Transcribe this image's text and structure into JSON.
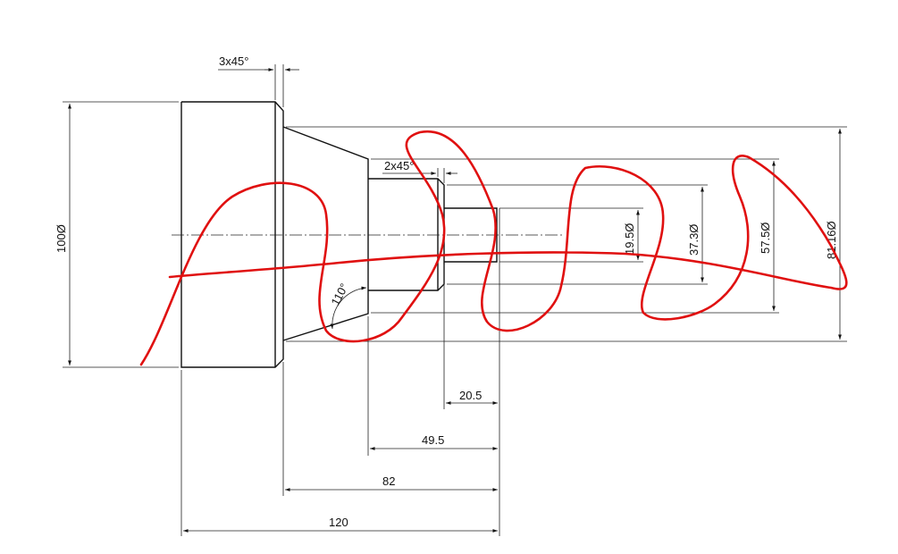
{
  "drawing": {
    "chamfer_left": "3x45°",
    "chamfer_step": "2x45°",
    "angle": "110°",
    "dia_100": "100Ø",
    "dia_19_5": "19.5Ø",
    "dia_37_3": "37.3Ø",
    "dia_57_5": "57.5Ø",
    "dia_81_16": "81.16Ø",
    "len_20_5": "20.5",
    "len_49_5": "49.5",
    "len_82": "82",
    "len_120": "120"
  },
  "colors": {
    "line": "#111111",
    "scribble": "#e01010"
  }
}
